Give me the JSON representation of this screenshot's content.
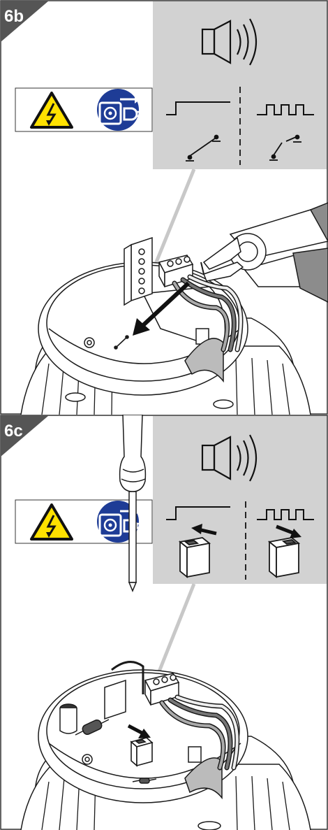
{
  "steps": [
    {
      "label": "6b",
      "mode": "cut-link"
    },
    {
      "label": "6c",
      "mode": "jumper-switch"
    }
  ],
  "icons": {
    "warning": "high-voltage-warning-icon",
    "unplug": "disconnect-power-icon",
    "speaker": "speaker-icon",
    "continuous": "continuous-tone-icon",
    "pulsed": "pulsed-tone-icon"
  },
  "colors": {
    "warning_yellow": "#ffe100",
    "mandatory_blue": "#1e3c96",
    "step_tab": "#555555",
    "callout_bg": "#d2d2d2",
    "outline": "#1a1a1a"
  }
}
